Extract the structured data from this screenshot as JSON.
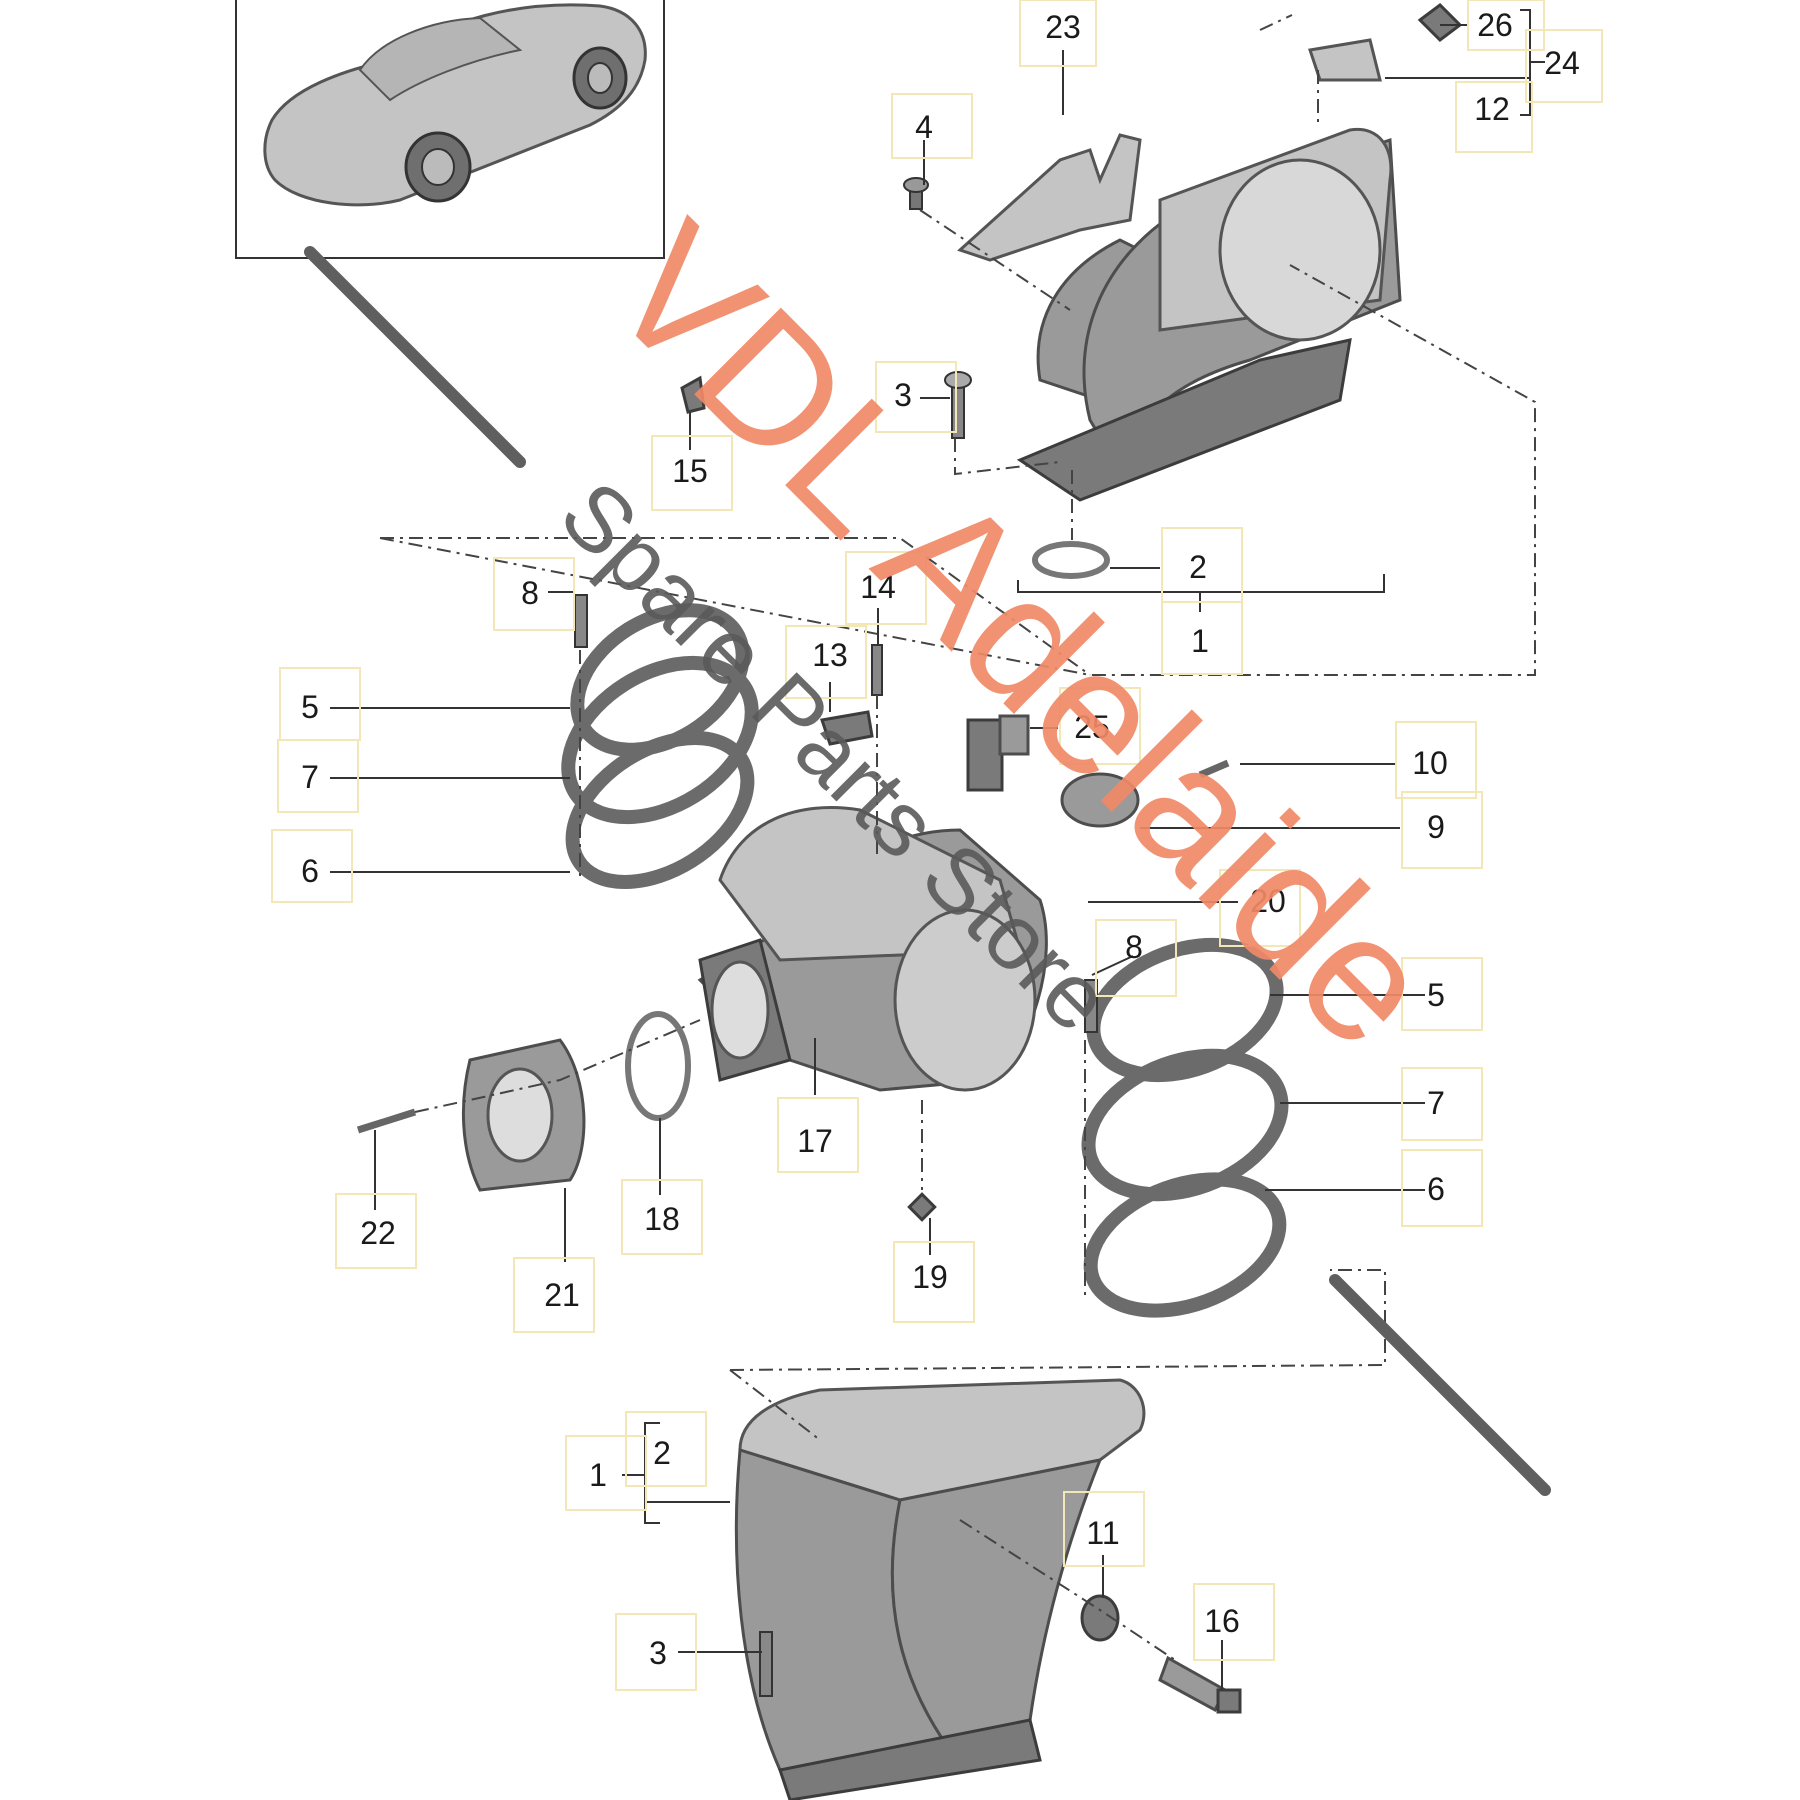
{
  "diagram": {
    "callouts": [
      "23",
      "26",
      "24",
      "12",
      "4",
      "3",
      "15",
      "2",
      "1",
      "8",
      "14",
      "13",
      "5",
      "7",
      "6",
      "25",
      "10",
      "9",
      "20",
      "8",
      "5",
      "7",
      "6",
      "17",
      "18",
      "22",
      "21",
      "19",
      "2",
      "1",
      "11",
      "3",
      "16"
    ]
  },
  "watermark": {
    "brand": "VDL Adelaide",
    "tagline": "Spare Parts Store"
  },
  "colors": {
    "watermark_orange": "#f08a68",
    "watermark_grey": "#5a5a5a",
    "part_grey": "#9a9a9a",
    "callout_box": "#f3e7b5"
  }
}
